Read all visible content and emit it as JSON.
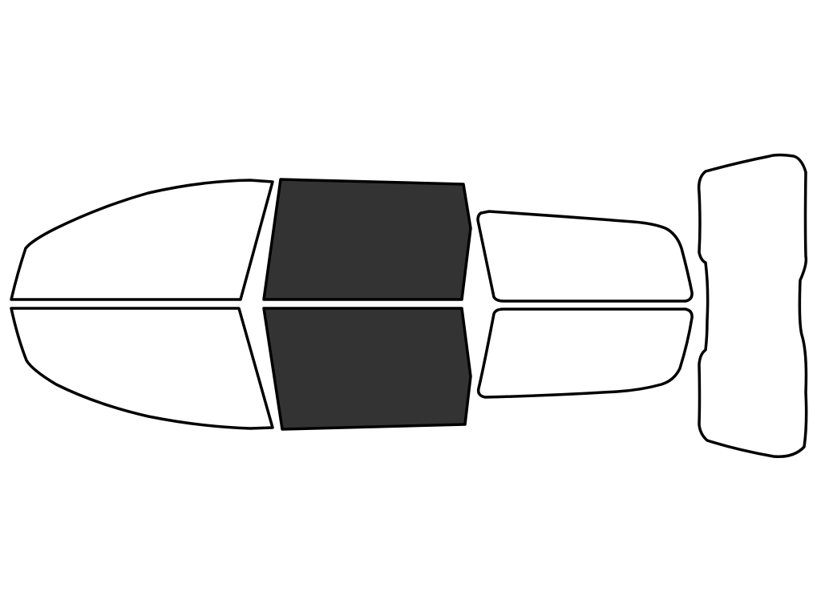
{
  "colors": {
    "background": "#ffffff",
    "outline": "#000000",
    "clear_fill": "#ffffff",
    "tinted_fill": "#333333"
  },
  "windows": [
    {
      "id": "front-left-upper",
      "name": "front-door-window-upper",
      "tinted": false
    },
    {
      "id": "front-left-lower",
      "name": "front-door-window-lower",
      "tinted": false
    },
    {
      "id": "rear-door-upper",
      "name": "rear-door-window-upper",
      "tinted": true
    },
    {
      "id": "rear-door-lower",
      "name": "rear-door-window-lower",
      "tinted": true
    },
    {
      "id": "quarter-upper",
      "name": "quarter-window-upper",
      "tinted": false
    },
    {
      "id": "quarter-lower",
      "name": "quarter-window-lower",
      "tinted": false
    },
    {
      "id": "rear-windshield",
      "name": "rear-windshield",
      "tinted": false
    }
  ]
}
